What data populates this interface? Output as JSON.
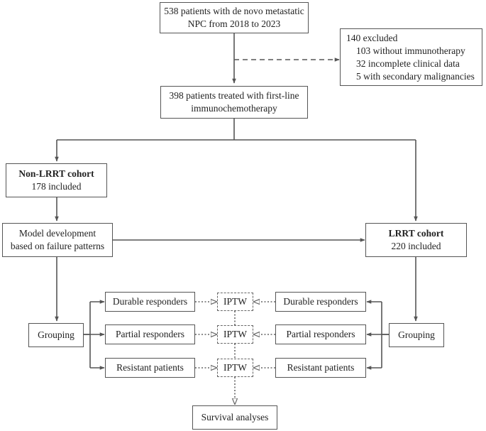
{
  "boxes": {
    "start": {
      "line1": "538 patients with de novo metastatic",
      "line2": "NPC from 2018 to 2023"
    },
    "excluded": {
      "title": "140 excluded",
      "items": [
        "103 without immunotherapy",
        "32 incomplete clinical data",
        "5 with secondary malignancies"
      ]
    },
    "treated": {
      "line1": "398 patients treated with first-line",
      "line2": "immunochemotherapy"
    },
    "non_lrrt": {
      "title": "Non-LRRT cohort",
      "sub": "178 included"
    },
    "model": {
      "line1": "Model development",
      "line2": "based on failure patterns"
    },
    "lrrt": {
      "title": "LRRT cohort",
      "sub": "220 included"
    },
    "grouping_left": "Grouping",
    "grouping_right": "Grouping",
    "left_groups": [
      "Durable responders",
      "Partial responders",
      "Resistant patients"
    ],
    "right_groups": [
      "Durable responders",
      "Partial responders",
      "Resistant patients"
    ],
    "iptw": [
      "IPTW",
      "IPTW",
      "IPTW"
    ],
    "survival": "Survival analyses"
  }
}
